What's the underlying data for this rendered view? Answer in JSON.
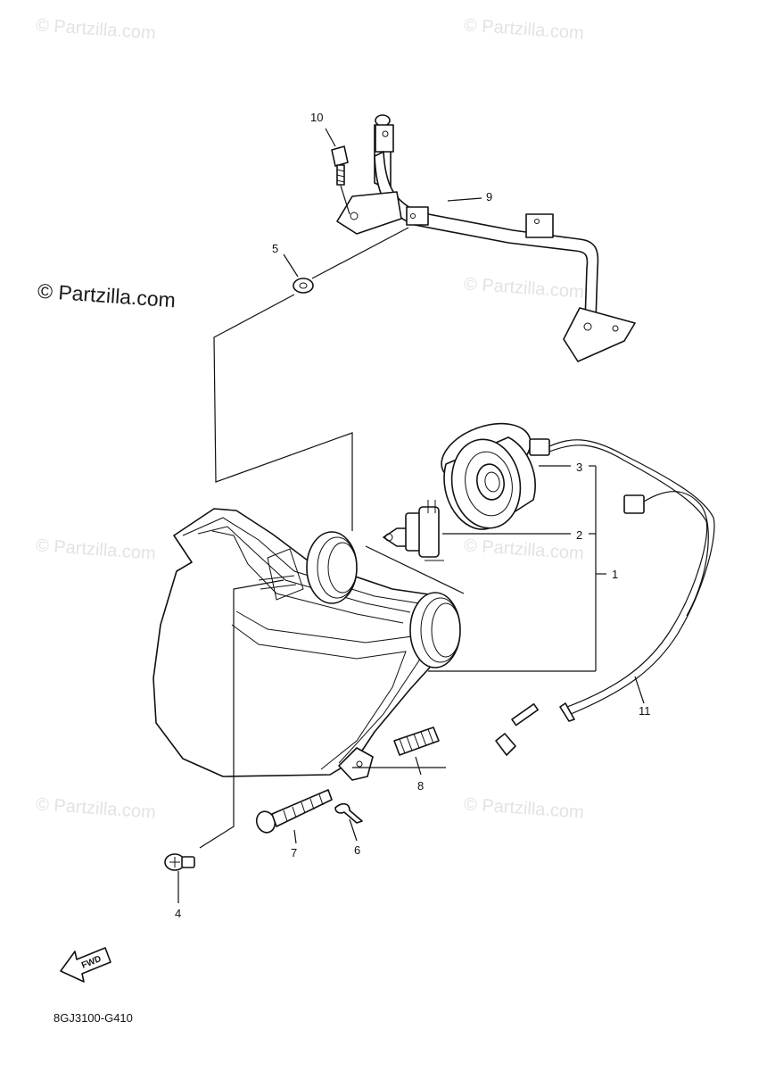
{
  "watermarks": {
    "main": "© Partzilla.com",
    "faint": "© Partzilla.com"
  },
  "callouts": {
    "c1": "1",
    "c2": "2",
    "c3": "3",
    "c4": "4",
    "c5": "5",
    "c6": "6",
    "c7": "7",
    "c8": "8",
    "c9": "9",
    "c10": "10",
    "c11": "11"
  },
  "fwd_label": "FWD",
  "diagram_code": "8GJ3100-G410"
}
